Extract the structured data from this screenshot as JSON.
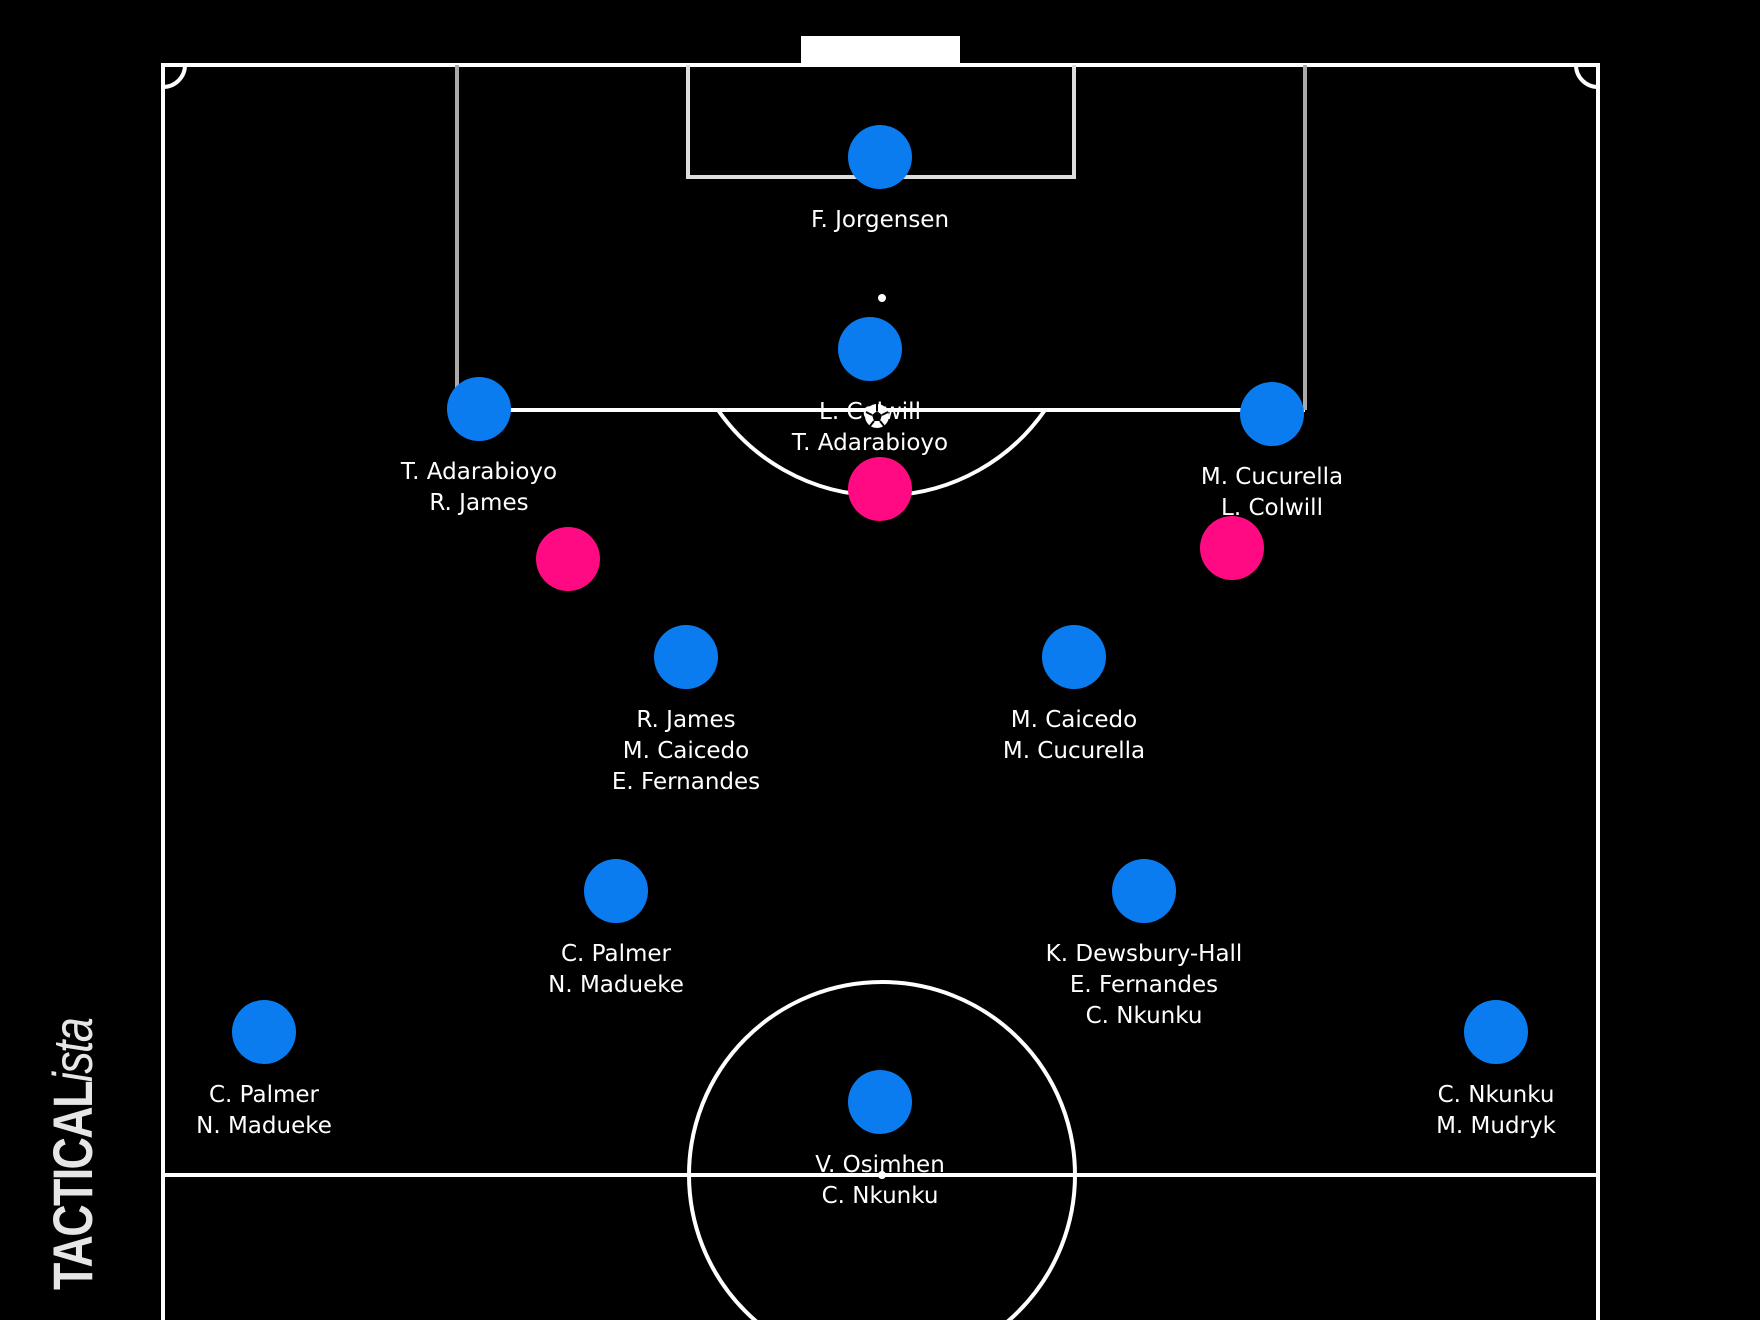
{
  "logo": {
    "text_main": "TACTICAL",
    "text_italic": "ista"
  },
  "colors": {
    "background": "#000000",
    "lines": "#ffffff",
    "box_sides": "#aaaaaa",
    "team_player": "#0a7cf0",
    "opponent_player": "#ff0a82"
  },
  "ball_icon": "soccer-ball-icon",
  "players": [
    {
      "names": [
        "F. Jorgensen"
      ]
    },
    {
      "names": [
        "L. Colwill",
        "T. Adarabioyo"
      ]
    },
    {
      "names": [
        "T. Adarabioyo",
        "R. James"
      ]
    },
    {
      "names": [
        "M. Cucurella",
        "L. Colwill"
      ]
    },
    {
      "names": [
        "R. James",
        "M. Caicedo",
        "E. Fernandes"
      ]
    },
    {
      "names": [
        "M. Caicedo",
        "M. Cucurella"
      ]
    },
    {
      "names": [
        "C. Palmer",
        "N. Madueke"
      ]
    },
    {
      "names": [
        "K. Dewsbury-Hall",
        "E. Fernandes",
        "C. Nkunku"
      ]
    },
    {
      "names": [
        "C. Palmer",
        "N. Madueke"
      ]
    },
    {
      "names": [
        "C. Nkunku",
        "M. Mudryk"
      ]
    },
    {
      "names": [
        "V. Osimhen",
        "C. Nkunku"
      ]
    }
  ],
  "opponents": 3
}
